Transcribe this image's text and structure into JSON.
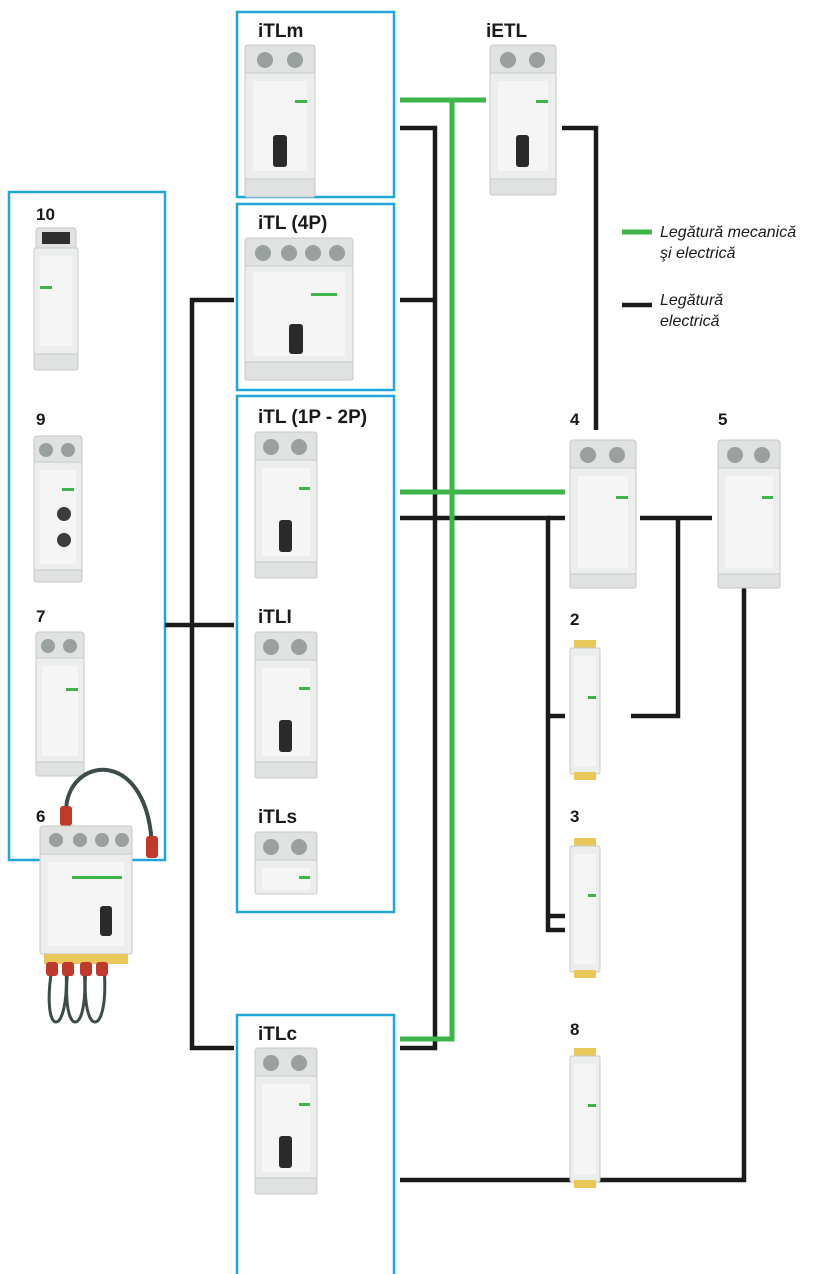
{
  "devices": {
    "itlm": "iTLm",
    "ietl": "iETL",
    "itl4p": "iTL (4P)",
    "itl12p": "iTL (1P - 2P)",
    "itli": "iTLI",
    "itls": "iTLs",
    "itlc": "iTLc"
  },
  "accessories": {
    "n10": "10",
    "n9": "9",
    "n7": "7",
    "n6": "6",
    "n4": "4",
    "n5": "5",
    "n2": "2",
    "n3": "3",
    "n8": "8"
  },
  "legend": {
    "mechanical_line1": "Legătură mecanică",
    "mechanical_line2": "şi electrică",
    "electrical_line1": "Legătură",
    "electrical_line2": "electrică"
  },
  "colors": {
    "box_border": "#21a6dc",
    "mechanical_link": "#3db54a",
    "electrical_link": "#1b1b1b"
  }
}
